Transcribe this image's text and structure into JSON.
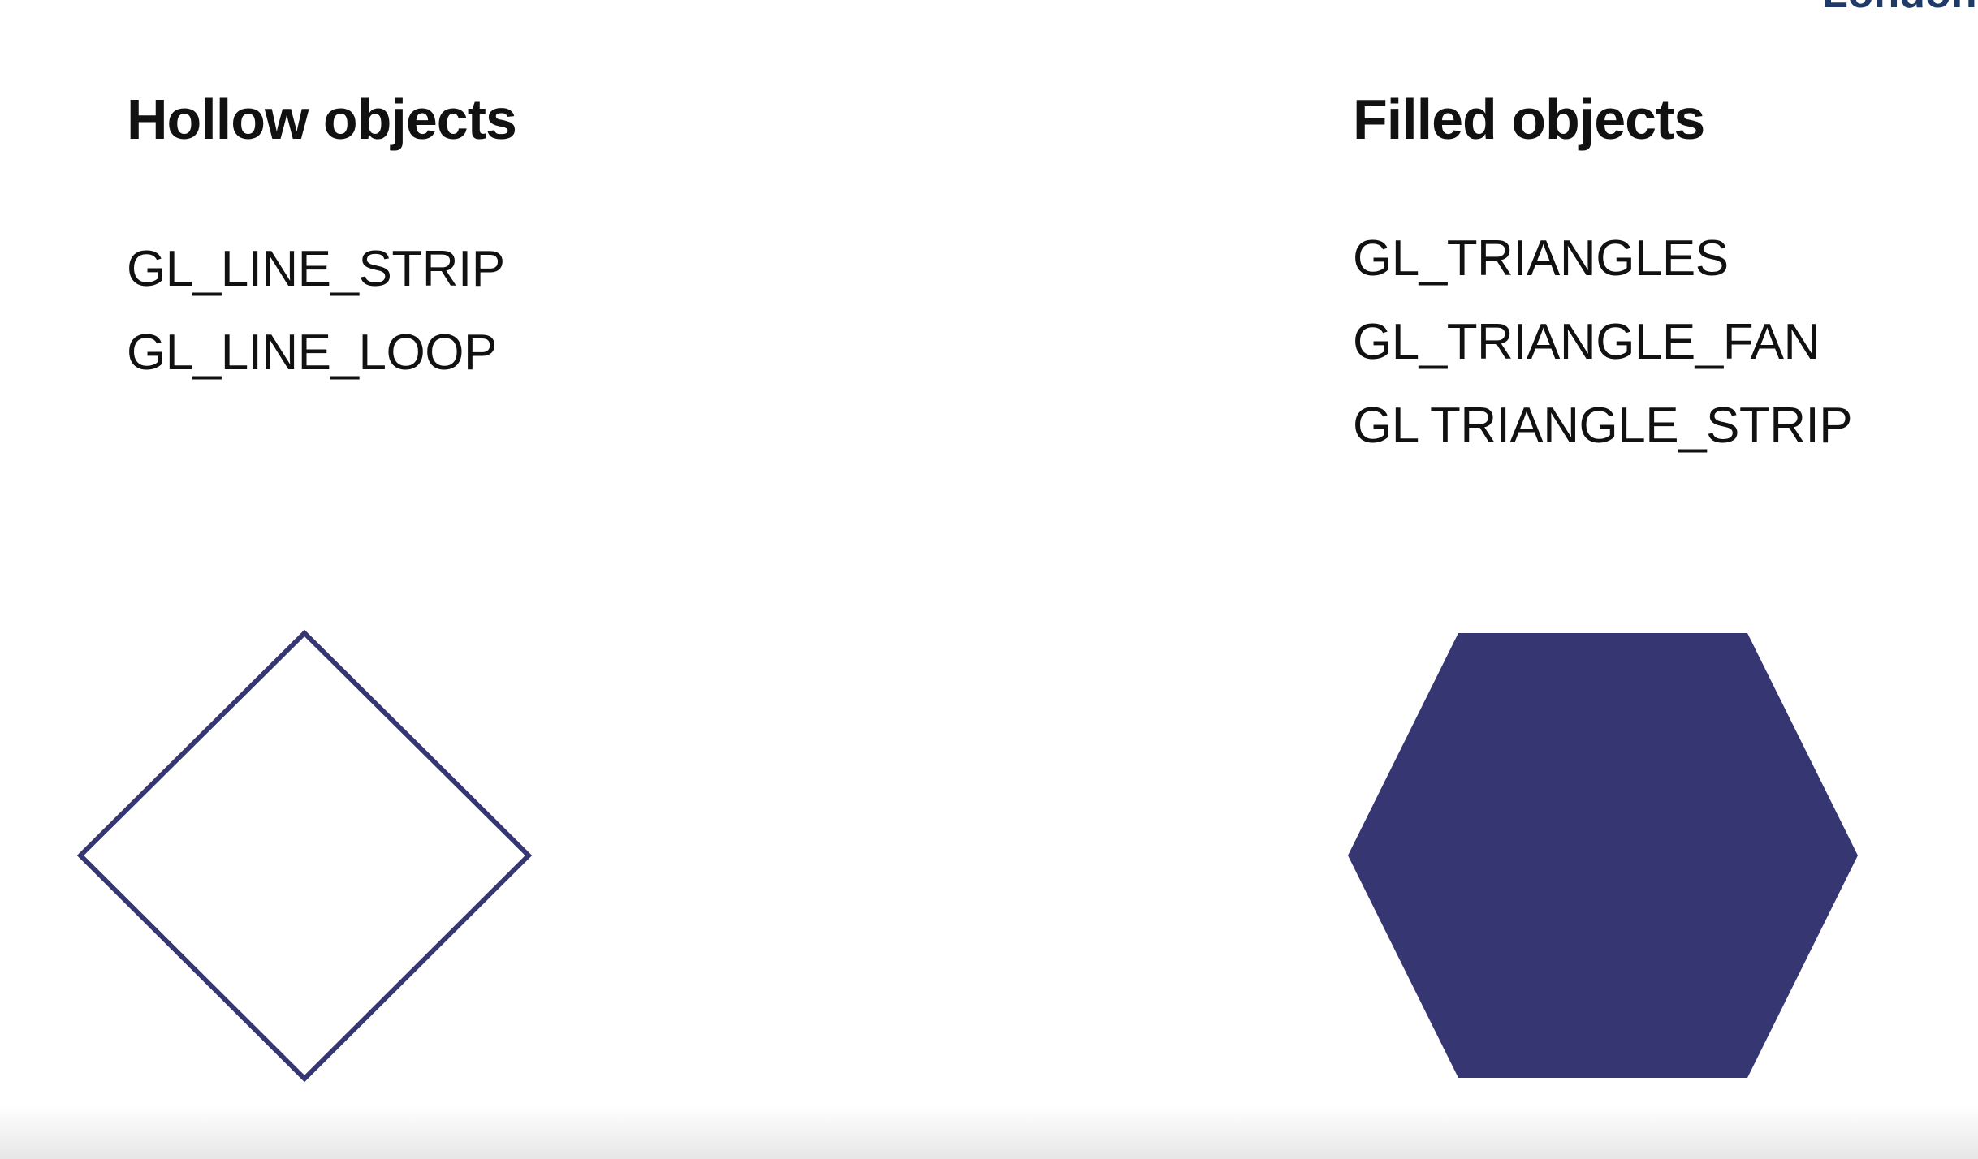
{
  "logo_fragment": "London",
  "hollow": {
    "heading": "Hollow objects",
    "modes": [
      "GL_LINE_STRIP",
      "GL_LINE_LOOP"
    ]
  },
  "filled": {
    "heading": "Filled objects",
    "modes": [
      "GL_TRIANGLES",
      "GL_TRIANGLE_FAN",
      "GL TRIANGLE_STRIP"
    ]
  },
  "colors": {
    "shape": "#363672",
    "logo": "#1f3a66"
  },
  "icons": {
    "hollow_shape": "diamond-outline-icon",
    "filled_shape": "hexagon-filled-icon"
  }
}
